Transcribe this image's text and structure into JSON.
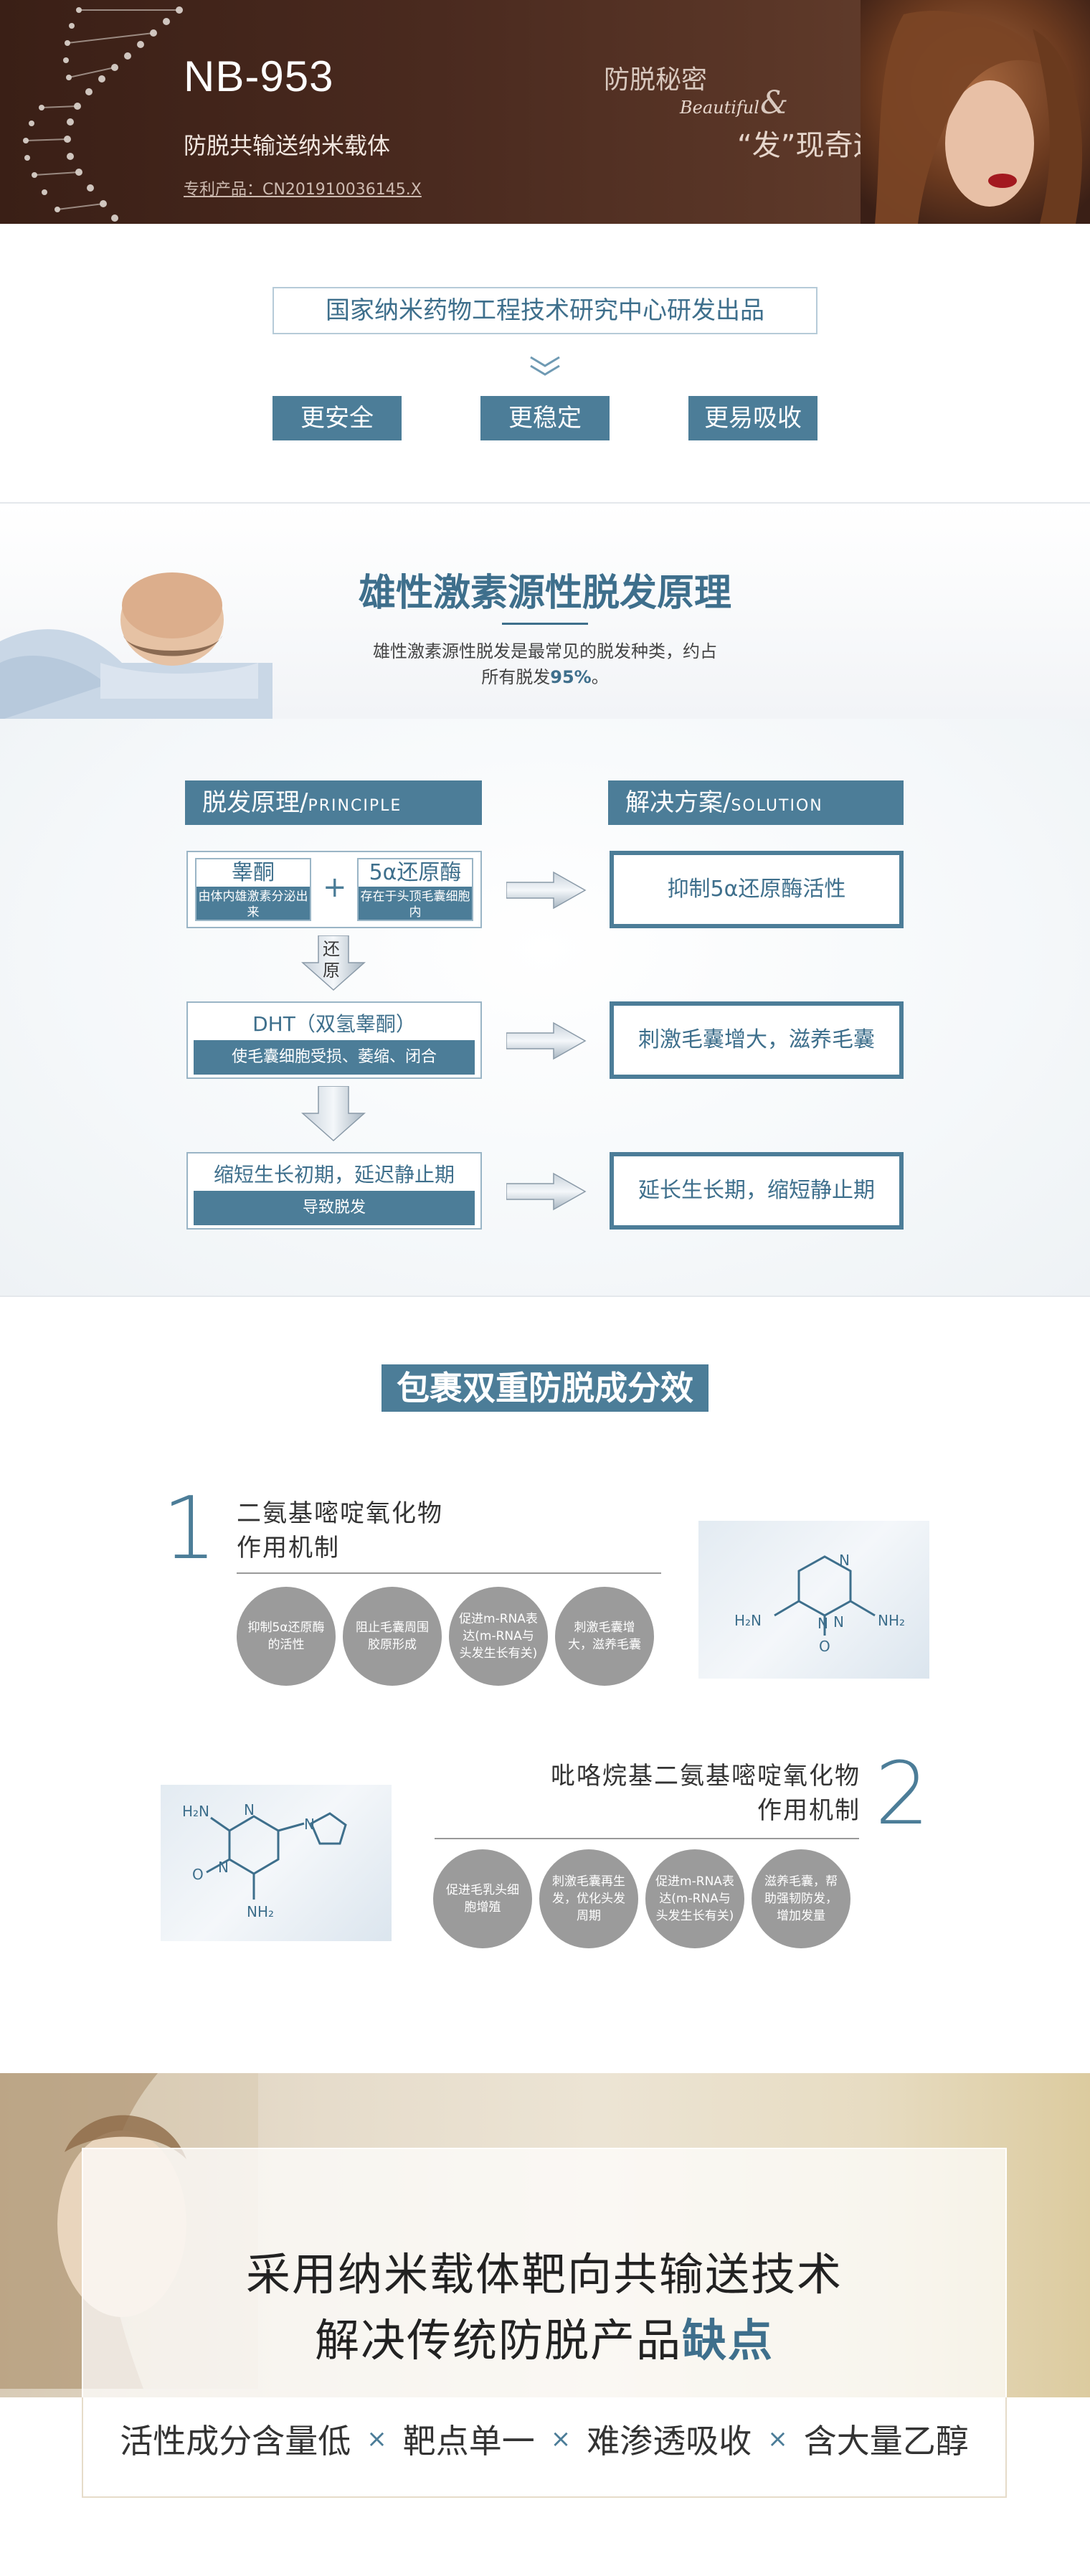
{
  "hero": {
    "brand": "NB-953",
    "subtitle": "防脱共输送纳米载体",
    "patent": "专利产品：CN201910036145.X",
    "slogan_line1": "防脱秘密",
    "amp": "&",
    "beautiful": "Beautiful",
    "slogan_line2": "“发”现奇迹"
  },
  "intro": {
    "title": "国家纳米药物工程技术研究中心研发出品",
    "pills": [
      "更安全",
      "更稳定",
      "更易吸收"
    ]
  },
  "principle_banner": {
    "title": "雄性激素源性脱发原理",
    "desc_line1": "雄性激素源性脱发是最常见的脱发种类，约占",
    "desc_line2_prefix": "所有脱发",
    "desc_line2_percent": "95%",
    "desc_line2_suffix": "。"
  },
  "flow": {
    "left_header": "脱发原理/",
    "left_header_en": "PRINCIPLE",
    "right_header": "解决方案/",
    "right_header_en": "SOLUTION",
    "step1": {
      "a_title": "睾酮",
      "a_desc": "由体内雄激素分泌出来",
      "plus": "+",
      "b_title": "5α还原酶",
      "b_desc": "存在于头顶毛囊细胞内"
    },
    "arrow_label": "还原",
    "step2": {
      "title": "DHT（双氢睾酮）",
      "desc": "使毛囊细胞受损、萎缩、闭合"
    },
    "step3": {
      "title": "缩短生长初期，延迟静止期",
      "desc": "导致脱发"
    },
    "solutions": [
      "抑制5α还原酶活性",
      "刺激毛囊增大，滋养毛囊",
      "延长生长期，缩短静止期"
    ]
  },
  "dual": {
    "title": "包裹双重防脱成分效",
    "item1": {
      "number": "1",
      "caption_line1": "二氨基嘧啶氧化物",
      "caption_line2": "作用机制",
      "circles": [
        "抑制5α还原酶的活性",
        "阻止毛囊周围胶原形成",
        "促进m-RNA表达(m-RNA与头发生长有关)",
        "刺激毛囊增大，滋养毛囊"
      ],
      "mol_labels": [
        "N",
        "N",
        "H₂N",
        "NH₂",
        "N",
        "O"
      ]
    },
    "item2": {
      "number": "2",
      "caption_line1": "吡咯烷基二氨基嘧啶氧化物",
      "caption_line2": "作用机制",
      "circles": [
        "促进毛乳头细胞增殖",
        "刺激毛囊再生发，优化头发周期",
        "促进m-RNA表达(m-RNA与头发生长有关)",
        "滋养毛囊，帮助强韧防发，增加发量"
      ],
      "mol_labels": [
        "H₂N",
        "N",
        "N",
        "N",
        "O",
        "NH₂"
      ]
    }
  },
  "bottom": {
    "line1": "采用纳米载体靶向共输送技术",
    "line2_prefix": "解决传统防脱产品",
    "line2_emph": "缺点",
    "defects": [
      "活性成分含量低",
      "靶点单一",
      "难渗透吸收",
      "含大量乙醇"
    ],
    "cross": "×"
  },
  "colors": {
    "accent": "#4c7d98",
    "accent_dark": "#3e6f8c",
    "hero_bg": "#3a1f16",
    "circle_grey": "#9b9b9b"
  }
}
